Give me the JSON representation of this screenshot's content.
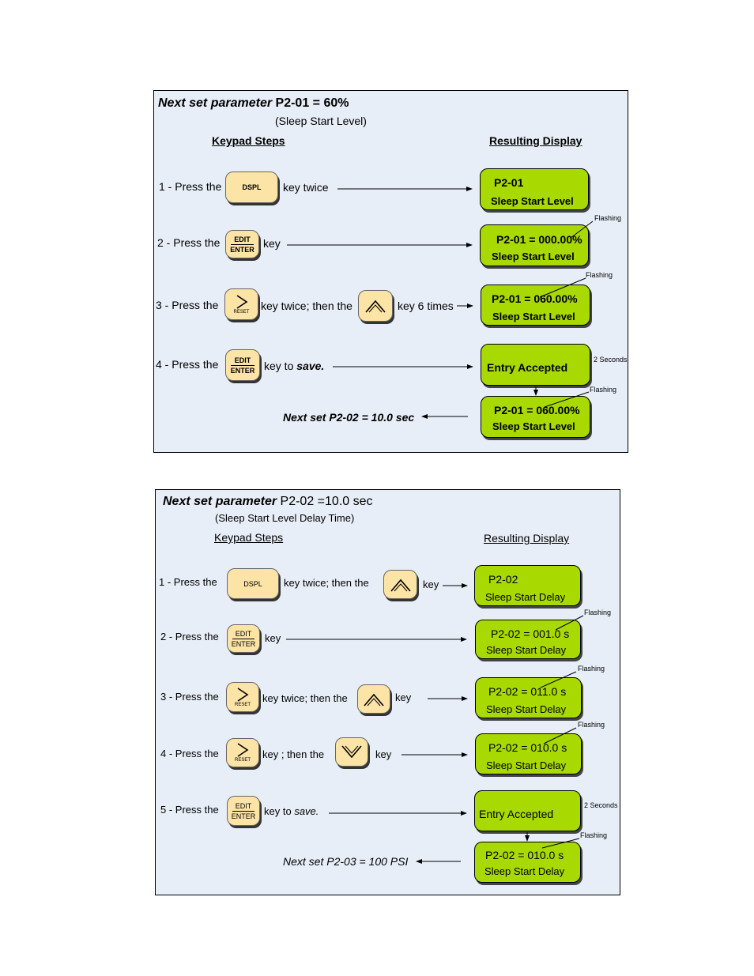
{
  "panel1": {
    "title_italic": "Next set  parameter",
    "title_param": "P2-01 = 60%",
    "subtitle": "(Sleep Start Level)",
    "header_keypad": "Keypad Steps",
    "header_display": "Resulting Display",
    "steps": [
      {
        "prefix": "1 - Press the",
        "suffix": "key twice"
      },
      {
        "prefix": "2 - Press the",
        "suffix": "key"
      },
      {
        "prefix": "3 - Press the",
        "mid": "key twice; then the",
        "suffix": "key 6 times"
      },
      {
        "prefix": "4 - Press the",
        "suffix": "key to",
        "suffix_bold": "save."
      }
    ],
    "displays": [
      {
        "line1": "P2-01",
        "line2": "Sleep Start Level"
      },
      {
        "line1": "P2-01 = 000.00%",
        "line2": "Sleep Start Level",
        "note": "Flashing"
      },
      {
        "line1": "P2-01 = 060.00%",
        "line2": "Sleep Start Level",
        "note": "Flashing"
      },
      {
        "line1": "Entry Accepted",
        "note": "2 Seconds"
      },
      {
        "line1": "P2-01 = 060.00%",
        "line2": "Sleep Start Level",
        "note": "Flashing"
      }
    ],
    "next": "Next set P2-02 = 10.0 sec"
  },
  "panel2": {
    "title_italic": "Next set  parameter",
    "title_param": "P2-02 =10.0 sec",
    "subtitle": "(Sleep Start Level Delay Time)",
    "header_keypad": "Keypad Steps",
    "header_display": "Resulting Display",
    "steps": [
      {
        "prefix": "1 - Press the",
        "mid": "key twice; then the",
        "suffix": "key"
      },
      {
        "prefix": "2 - Press the",
        "suffix": "key"
      },
      {
        "prefix": "3 - Press the",
        "mid": "key twice; then the",
        "suffix": "key"
      },
      {
        "prefix": "4 - Press the",
        "mid": "key ; then the",
        "suffix": "key"
      },
      {
        "prefix": "5 - Press the",
        "suffix": "key to",
        "suffix_bold": "save."
      }
    ],
    "displays": [
      {
        "line1": "P2-02",
        "line2": "Sleep Start Delay"
      },
      {
        "line1": "P2-02 = 001.0 s",
        "line2": "Sleep Start Delay",
        "note": "Flashing"
      },
      {
        "line1": "P2-02 = 011.0 s",
        "line2": "Sleep Start Delay",
        "note": "Flashing"
      },
      {
        "line1": "P2-02 = 010.0 s",
        "line2": "Sleep Start Delay",
        "note": "Flashing"
      },
      {
        "line1": "Entry Accepted",
        "note": "2 Seconds"
      },
      {
        "line1": "P2-02 = 010.0 s",
        "line2": "Sleep Start Delay",
        "note": "Flashing"
      }
    ],
    "next": "Next set P2-03 = 100 PSI"
  },
  "keys": {
    "dspl": "DSPL",
    "edit": "EDIT",
    "enter": "ENTER",
    "reset": "RESET"
  },
  "colors": {
    "panel_bg": "#e8eef7",
    "key_bg": "#fce3a6",
    "lcd_bg": "#a8d900"
  }
}
